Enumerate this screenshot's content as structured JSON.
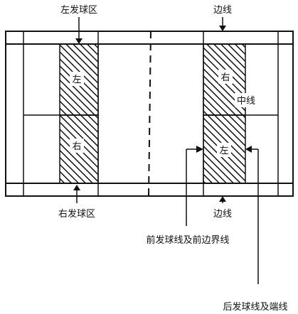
{
  "labels": {
    "left_service_court": "左发球区",
    "right_service_court": "右发球区",
    "sideline_top": "边线",
    "sideline_bottom": "边线",
    "center_line": "中线",
    "front_service_line": "前发球线及前边界线",
    "back_service_line": "后发球线及端线"
  },
  "zones": {
    "left_top": "左",
    "left_bottom": "右",
    "right_top": "右",
    "right_bottom": "左"
  },
  "colors": {
    "ink": "#111111",
    "background": "#ffffff"
  }
}
